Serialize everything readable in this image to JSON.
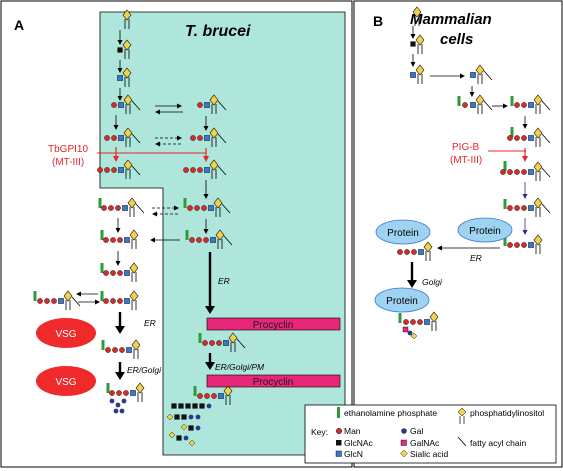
{
  "panel_a": {
    "letter": "A",
    "title": "T. brucei",
    "enzyme_label_1": "TbGPI10",
    "enzyme_label_2": "(MT-III)",
    "labels": {
      "er_1": "ER",
      "er_2": "ER",
      "er_golgi": "ER/Golgi",
      "er_golgi_pm": "ER/Golgi/PM"
    },
    "vsg_1": "VSG",
    "vsg_2": "VSG",
    "procyclin_1": "Procyclin",
    "procyclin_2": "Procyclin"
  },
  "panel_b": {
    "letter": "B",
    "title_line1": "Mammalian",
    "title_line2": "cells",
    "enzyme_label_1": "PIG-B",
    "enzyme_label_2": "(MT-III)",
    "protein_1": "Protein",
    "protein_2": "Protein",
    "protein_3": "Protein",
    "label_er": "ER",
    "label_golgi": "Golgi"
  },
  "key": {
    "title": "Key:",
    "items": [
      {
        "label": "ethanolamine phosphate",
        "symbol": "green-bar"
      },
      {
        "label": "phosphatidylinositol",
        "symbol": "yellow-diamond-lipid"
      },
      {
        "label": "Man",
        "symbol": "red-circle"
      },
      {
        "label": "Gal",
        "symbol": "blue-circle"
      },
      {
        "label": "GlcNAc",
        "symbol": "black-square"
      },
      {
        "label": "GalNAc",
        "symbol": "pink-square"
      },
      {
        "label": "fatty acyl chain",
        "symbol": "black-line"
      },
      {
        "label": "GlcN",
        "symbol": "blue-square"
      },
      {
        "label": "Sialic acid",
        "symbol": "yellow-diamond"
      }
    ]
  },
  "colors": {
    "teal_bg": "#aee6dc",
    "red": "#e8262b",
    "pink": "#e8267a",
    "blue_bubble": "#9ed3f2",
    "vsg": "#ee2a2a",
    "man": "#d62b2b",
    "glcn": "#3a79c9",
    "glcnac": "#111111",
    "eth": "#2f9a3c",
    "pi": "#f2d24a"
  }
}
